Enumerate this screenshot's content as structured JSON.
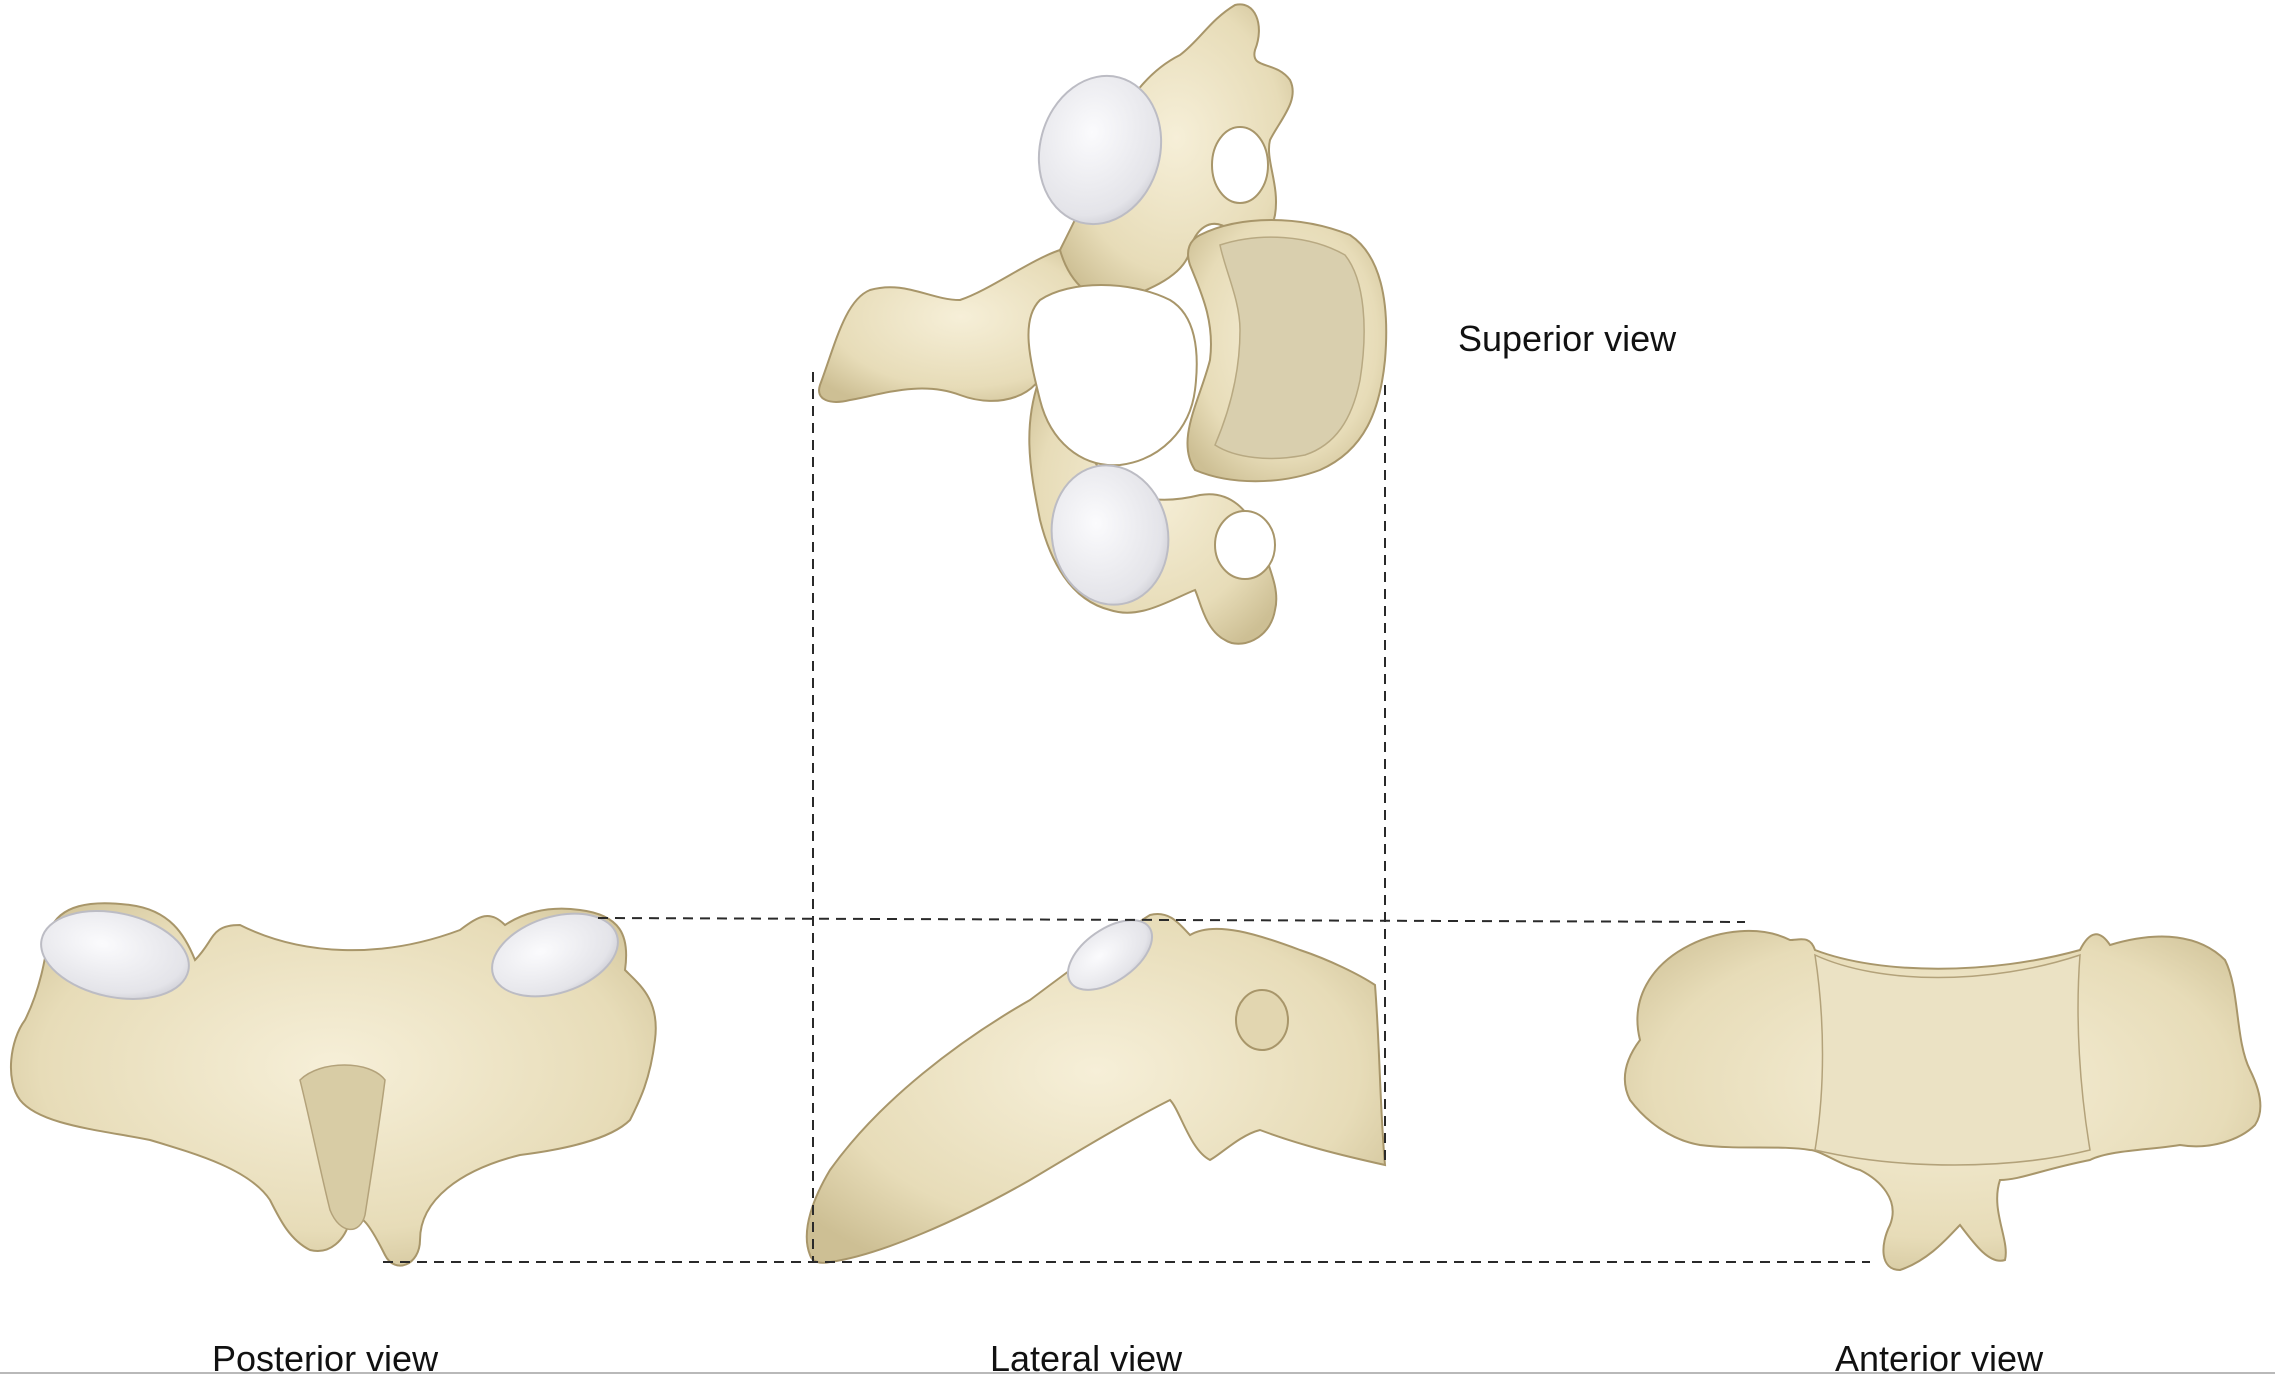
{
  "labels": {
    "superior": "Superior view",
    "posterior": "Posterior view",
    "lateral": "Lateral view",
    "anterior": "Anterior view"
  },
  "colors": {
    "bone": "#ece3c4",
    "bone_shadow": "#cbbd93",
    "bone_outline": "#a8966a",
    "cartilage": "#e8e8ec",
    "cartilage_edge": "#bcbcc4",
    "cancellous": "#d6cba8",
    "guide_line": "#2a2a2a"
  }
}
